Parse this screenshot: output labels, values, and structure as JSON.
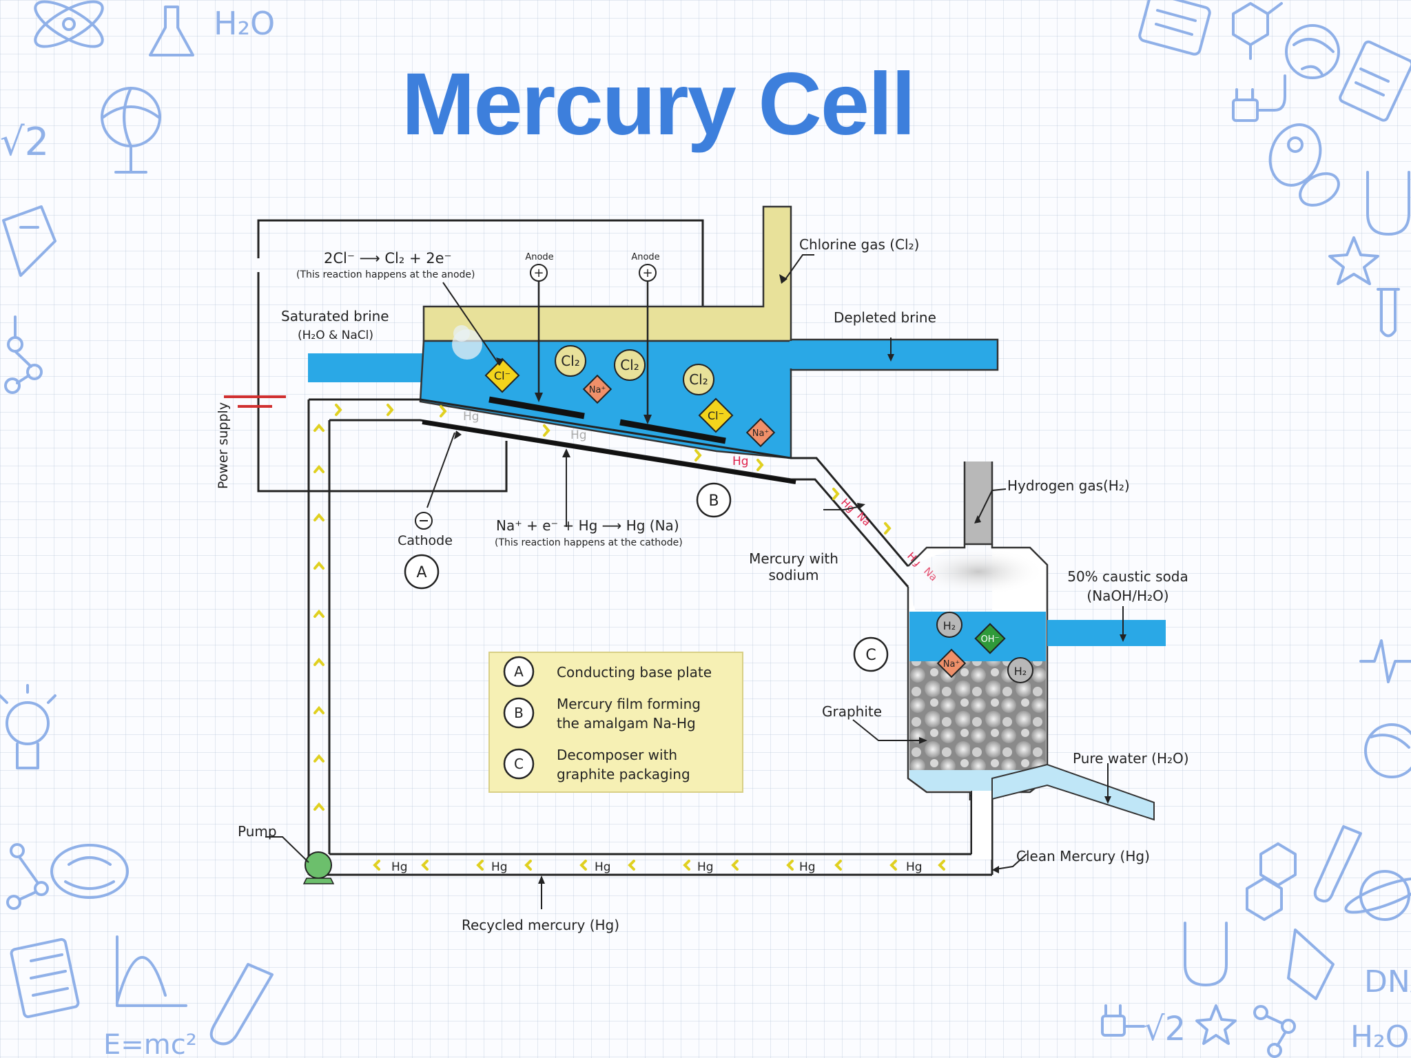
{
  "title": "Mercury Cell",
  "labels": {
    "anode_reaction": "2Cl⁻ ⟶ Cl₂ + 2e⁻",
    "anode_note": "(This reaction happens at the anode)",
    "anode1": "Anode",
    "anode2": "Anode",
    "saturated_brine_1": "Saturated brine",
    "saturated_brine_2": "(H₂O & NaCl)",
    "chlorine_gas": "Chlorine gas (Cl₂)",
    "depleted_brine": "Depleted brine",
    "power_supply": "Power supply",
    "cathode": "Cathode",
    "cathode_reaction": "Na⁺ + e⁻ + Hg ⟶ Hg (Na)",
    "cathode_note": "(This reaction happens at the cathode)",
    "mercury_sodium_1": "Mercury with",
    "mercury_sodium_2": "sodium",
    "hydrogen_gas": "Hydrogen gas(H₂)",
    "caustic_soda_1": "50% caustic soda",
    "caustic_soda_2": "(NaOH/H₂O)",
    "graphite": "Graphite",
    "pure_water": "Pure water (H₂O)",
    "clean_mercury": "Clean Mercury (Hg)",
    "pump": "Pump",
    "recycled_mercury": "Recycled mercury (Hg)",
    "marker_a": "A",
    "marker_b": "B",
    "marker_c": "C"
  },
  "ions": {
    "cl2": "Cl₂",
    "cl_minus": "Cl⁻",
    "na_plus": "Na⁺",
    "h2": "H₂",
    "oh_minus": "OH⁻"
  },
  "mercury": {
    "hg": "Hg",
    "hg_na_hg": "Hg",
    "hg_na_na": "Na"
  },
  "legend": {
    "items": [
      {
        "key": "A",
        "line1": "Conducting base plate",
        "line2": ""
      },
      {
        "key": "B",
        "line1": "Mercury film forming",
        "line2": "the amalgam Na-Hg"
      },
      {
        "key": "C",
        "line1": "Decomposer with",
        "line2": "graphite packaging"
      }
    ]
  },
  "colors": {
    "title": "#3d7fdc",
    "brine": "#2aa8e6",
    "chlorine": "#e8e19a",
    "legend_bg": "#f6f0b4",
    "pump": "#6cbf6c",
    "power_supply": "#d03030",
    "mercury_mark": "#e0d020",
    "hg_na_text": "#e0204a",
    "doodle": "#8fb0e8"
  },
  "icons": [
    "atom-icon",
    "flask-icon",
    "globe-icon",
    "planet-icon",
    "rocket-icon",
    "magnet-icon",
    "lightbulb-icon",
    "brain-icon",
    "microscope-icon",
    "hexagon-molecule-icon",
    "calculator-icon",
    "test-tube-icon"
  ]
}
